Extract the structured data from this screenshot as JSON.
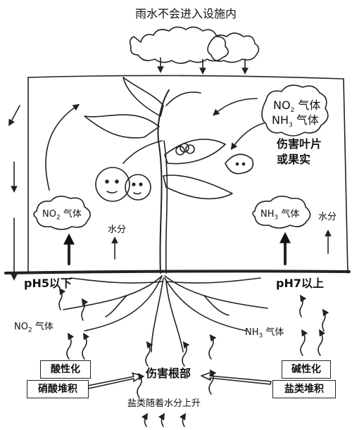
{
  "labels": {
    "rain_blocked": "雨水不会进入设施内",
    "no2_gas_top": "NO",
    "no2_gas_top_suffix": "气体",
    "nh3_gas_top": "NH",
    "nh3_gas_top_suffix": "气体",
    "damage_leaf_fruit_1": "伤害叶片",
    "damage_leaf_fruit_2": "或果实",
    "no2_gas_left": "NO",
    "no2_gas_left_suffix": "气体",
    "water_left": "水分",
    "nh3_gas_right": "NH",
    "nh3_gas_right_suffix": "气体",
    "water_right": "水分",
    "ph_left": "pH5以下",
    "ph_right": "pH7以上",
    "no2_gas_soil": "NO",
    "no2_gas_soil_suffix": "气体",
    "nh3_gas_soil": "NH",
    "nh3_gas_soil_suffix": "气体",
    "acidify": "酸性化",
    "nitrate_accum": "硝酸堆积",
    "damage_root": "伤害根部",
    "alkalize": "碱性化",
    "salt_accum": "盐类堆积",
    "salt_rise": "盐类随着水分上升",
    "sub_2": "2",
    "sub_3": "3"
  }
}
